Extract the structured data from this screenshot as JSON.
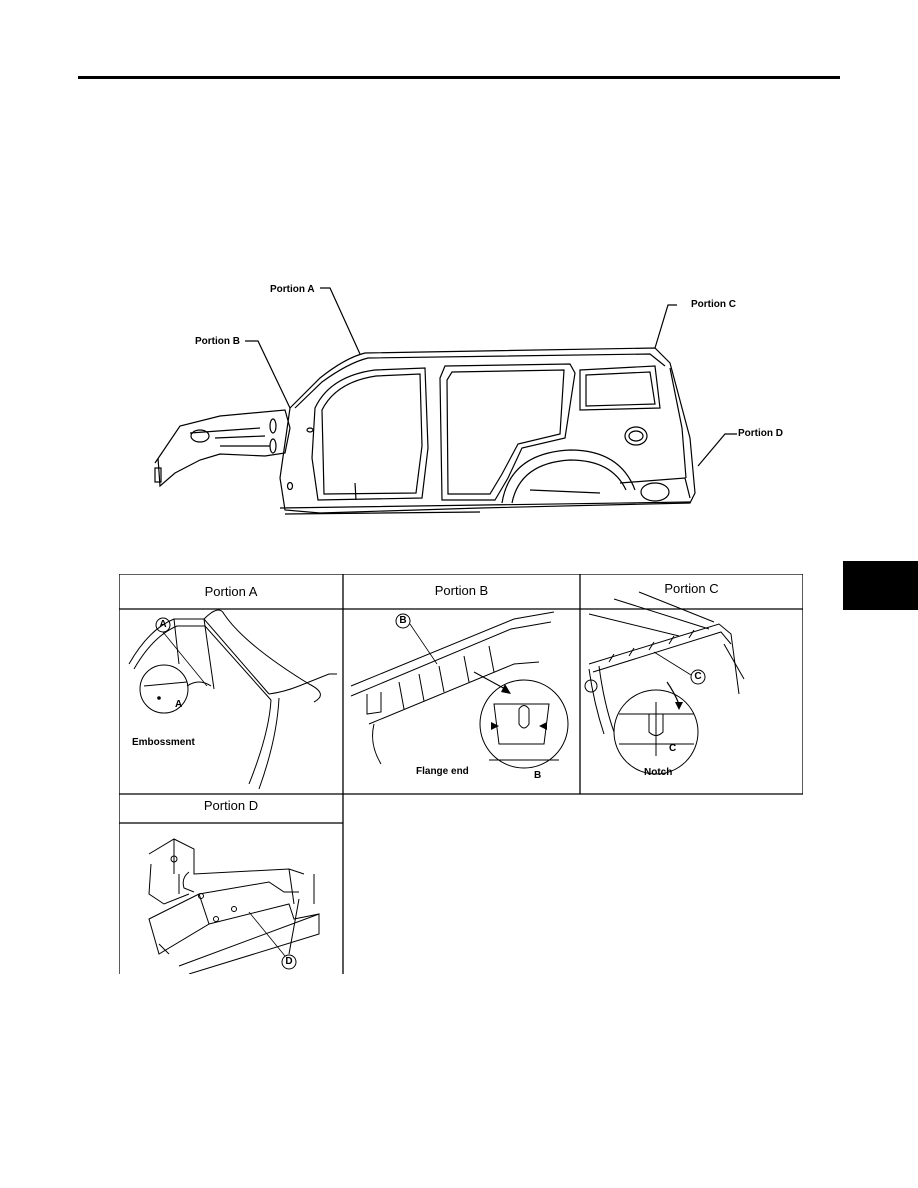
{
  "main_figure": {
    "callouts": {
      "a": "Portion A",
      "b": "Portion B",
      "c": "Portion C",
      "d": "Portion D"
    }
  },
  "details": {
    "a": {
      "title": "Portion A",
      "marker": "A",
      "inset_letter": "A",
      "note": "Embossment"
    },
    "b": {
      "title": "Portion B",
      "marker": "B",
      "inset_letter": "B",
      "note": "Flange end"
    },
    "c": {
      "title": "Portion C",
      "marker": "C",
      "inset_letter": "C",
      "note": "Notch"
    },
    "d": {
      "title": "Portion D",
      "marker": "D"
    }
  }
}
